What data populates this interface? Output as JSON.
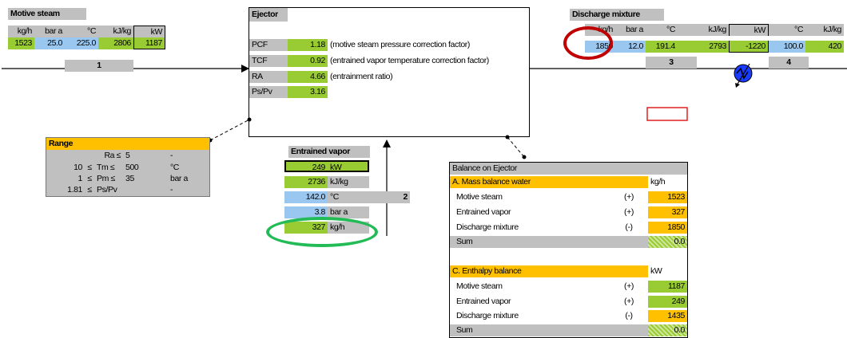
{
  "motive": {
    "title": "Motive steam",
    "headers": [
      "kg/h",
      "bar a",
      "°C",
      "kJ/kg",
      "kW"
    ],
    "values": [
      "1523",
      "25.0",
      "225.0",
      "2806",
      "1187"
    ],
    "stream": "1"
  },
  "ejector": {
    "title": "Ejector",
    "rows": [
      {
        "label": "PCF",
        "value": "1.18",
        "desc": "(motive steam pressure correction factor)"
      },
      {
        "label": "TCF",
        "value": "0.92",
        "desc": "(entrained vapor temperature correction factor)"
      },
      {
        "label": "RA",
        "value": "4.66",
        "desc": "(entrainment ratio)"
      },
      {
        "label": "Ps/Pv",
        "value": "3.16",
        "desc": ""
      }
    ]
  },
  "discharge": {
    "title": "Discharge mixture",
    "headers": [
      "kg/h",
      "bar a",
      "°C",
      "kJ/kg",
      "kW",
      "°C",
      "kJ/kg"
    ],
    "values": [
      "1850",
      "12.0",
      "191.4",
      "2793",
      "-1220",
      "100.0",
      "420"
    ],
    "stream3": "3",
    "stream4": "4"
  },
  "range": {
    "title": "Range",
    "rows": [
      {
        "lo": "",
        "op1": "",
        "var": "Ra ≤",
        "hi": "5",
        "unit": "-"
      },
      {
        "lo": "10",
        "op1": "≤",
        "var": "Tm ≤",
        "hi": "500",
        "unit": "°C"
      },
      {
        "lo": "1",
        "op1": "≤",
        "var": "Pm ≤",
        "hi": "35",
        "unit": "bar a"
      },
      {
        "lo": "1.81",
        "op1": "≤",
        "var": "Ps/Pv",
        "hi": "",
        "unit": "-"
      }
    ]
  },
  "entrained": {
    "title": "Entrained vapor",
    "rows": [
      {
        "value": "249",
        "unit": "kW"
      },
      {
        "value": "2736",
        "unit": "kJ/kg"
      },
      {
        "value": "142.0",
        "unit": "°C"
      },
      {
        "value": "3.8",
        "unit": "bar a"
      },
      {
        "value": "327",
        "unit": "kg/h"
      }
    ],
    "stream": "2"
  },
  "balance": {
    "title": "Balance on Ejector",
    "mass_title": "A. Mass balance water",
    "mass_unit": "kg/h",
    "mass_rows": [
      {
        "label": "Motive steam",
        "sign": "(+)",
        "value": "1523"
      },
      {
        "label": "Entrained vapor",
        "sign": "(+)",
        "value": "327"
      },
      {
        "label": "Discharge mixture",
        "sign": "(-)",
        "value": "1850"
      }
    ],
    "mass_sum_label": "Sum",
    "mass_sum": "0.0",
    "enth_title": "C. Enthalpy balance",
    "enth_unit": "kW",
    "enth_rows": [
      {
        "label": "Motive steam",
        "sign": "(+)",
        "value": "1187"
      },
      {
        "label": "Entrained vapor",
        "sign": "(+)",
        "value": "249"
      },
      {
        "label": "Discharge mixture",
        "sign": "(-)",
        "value": "1435"
      }
    ],
    "enth_sum_label": "Sum",
    "enth_sum": "0.0"
  },
  "colors": {
    "input_green": "#99cc33",
    "input_blue": "#9ac7f0",
    "header_yellow": "#ffc000",
    "label_gray": "#c0c0c0",
    "highlight_red": "#c00000",
    "highlight_green": "#22bb55",
    "cooler_blue": "#1a3cff"
  },
  "icons": [
    "heat-exchanger-icon"
  ]
}
